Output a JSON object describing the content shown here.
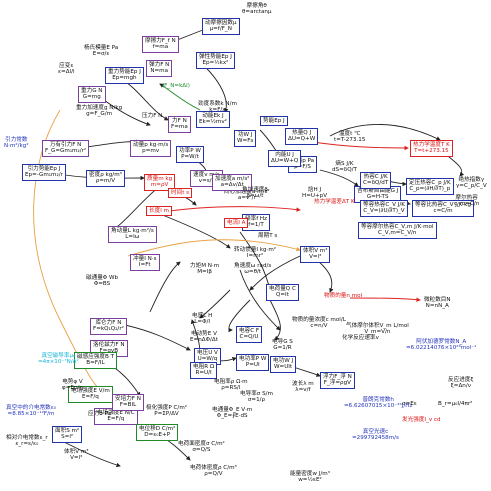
{
  "colors": {
    "purple": "#7b3fa0",
    "blue": "#2233aa",
    "green": "#1f8a2a",
    "red": "#d22",
    "black": "#222",
    "orange": "#e8a040",
    "cyan": "#12b5d8"
  },
  "nodes": [
    {
      "id": "angle",
      "t": "摩擦角θ",
      "f": "θ=arctanμ",
      "b": "none",
      "c": "black"
    },
    {
      "id": "dyncoef",
      "t": "动摩擦因数μ",
      "f": "μ=f/F_N",
      "b": "blue",
      "c": "black"
    },
    {
      "id": "friction",
      "t": "摩擦力F_f N",
      "f": "f=ma",
      "b": "purple",
      "c": "black"
    },
    {
      "id": "elasticE",
      "t": "弹性势能Ep J",
      "f": "Ep=½kx²",
      "b": "blue",
      "c": "black"
    },
    {
      "id": "modulus",
      "t": "杨氏模量E Pa",
      "f": "E=σ/ε",
      "b": "none",
      "c": "black"
    },
    {
      "id": "strain",
      "t": "应变ε",
      "f": "ε=Δl/l",
      "b": "none",
      "c": "black"
    },
    {
      "id": "gravPE",
      "t": "重力势能Ep J",
      "f": "Ep=mgh",
      "b": "blue",
      "c": "black"
    },
    {
      "id": "elasticF",
      "t": "弹力F N",
      "f": "N=ma",
      "b": "purple",
      "c": "black"
    },
    {
      "id": "hooke",
      "t": "(F_N=kΔl)",
      "f": "",
      "b": "none",
      "c": "green"
    },
    {
      "id": "stiff",
      "t": "劲度系数k N/m",
      "f": "k=F/x",
      "b": "none",
      "c": "black"
    },
    {
      "id": "kinE",
      "t": "动能Ek J",
      "f": "Ek=½mv²",
      "b": "blue",
      "c": "black"
    },
    {
      "id": "gravity",
      "t": "重力G N",
      "f": "G=mg",
      "b": "purple",
      "c": "black"
    },
    {
      "id": "potential",
      "t": "势能Ep J",
      "f": "",
      "b": "blue",
      "c": "black"
    },
    {
      "id": "gravaccel",
      "t": "重力加速度g N/kg",
      "f": "g=F_G/m",
      "b": "none",
      "c": "black"
    },
    {
      "id": "force",
      "t": "力F N",
      "f": "F=ma",
      "b": "purple",
      "c": "black"
    },
    {
      "id": "pressureP",
      "t": "压力F N",
      "f": "",
      "b": "none",
      "c": "black"
    },
    {
      "id": "heat",
      "t": "热量Q J",
      "f": "ΔU=Q+W",
      "b": "blue",
      "c": "black"
    },
    {
      "id": "univgrav",
      "t": "万有引力F N",
      "f": "F_G=Gm₁m₂/r²",
      "b": "purple",
      "c": "black"
    },
    {
      "id": "gpe2",
      "t": "引力势能Ep J",
      "f": "Ep=-Gm₁m₂/r",
      "b": "blue",
      "c": "black"
    },
    {
      "id": "gconst",
      "t": "引力常数",
      "f": "N·m²/kg²",
      "b": "none",
      "c": "blue"
    },
    {
      "id": "work",
      "t": "功W J",
      "f": "W=Fs",
      "b": "blue",
      "c": "black"
    },
    {
      "id": "power",
      "t": "功率P W",
      "f": "P=W/t",
      "b": "blue",
      "c": "black"
    },
    {
      "id": "momentum",
      "t": "动量p kg·m/s",
      "f": "p=mv",
      "b": "purple",
      "c": "black"
    },
    {
      "id": "speed",
      "t": "速度v m/s",
      "f": "v=s/t",
      "b": "purple",
      "c": "black"
    },
    {
      "id": "mass",
      "t": "质量m kg",
      "f": "m=ρV",
      "b": "red",
      "c": "red"
    },
    {
      "id": "time",
      "t": "时间t s",
      "f": "",
      "b": "red",
      "c": "red"
    },
    {
      "id": "length",
      "t": "长度l m",
      "f": "",
      "b": "red",
      "c": "red"
    },
    {
      "id": "pressure",
      "t": "压强p Pa",
      "f": "p=F/S",
      "b": "blue",
      "c": "black"
    },
    {
      "id": "tempK",
      "t": "热力学温度T K",
      "f": "T=t+273.15",
      "b": "red",
      "c": "red"
    },
    {
      "id": "tempC",
      "t": "温度t ℃",
      "f": "t=T-273.15",
      "b": "none",
      "c": "black"
    },
    {
      "id": "internalE",
      "t": "内能U J",
      "f": "ΔU=W+Q",
      "b": "blue",
      "c": "black"
    },
    {
      "id": "enthalpy",
      "t": "焓H J",
      "f": "H=U+pV",
      "b": "none",
      "c": "black"
    },
    {
      "id": "entropy",
      "t": "熵S J/K",
      "f": "dS=δQ/T",
      "b": "none",
      "c": "black"
    },
    {
      "id": "gibbs",
      "t": "吉布斯自由能G J",
      "f": "G=H-TS",
      "b": "blue",
      "c": "black"
    },
    {
      "id": "heatcap",
      "t": "热容C J/K",
      "f": "C=δQ/dT",
      "b": "blue",
      "c": "black"
    },
    {
      "id": "cp",
      "t": "定压热容C_p J/K",
      "f": "C_p=(∂H/∂T)_p",
      "b": "blue",
      "c": "black"
    },
    {
      "id": "cv",
      "t": "等容热容C_V J/K",
      "f": "C_V=(∂U/∂T)_V",
      "b": "blue",
      "c": "black"
    },
    {
      "id": "molarcap",
      "t": "等容比热容C_V J/K·kg",
      "f": "c=C/m",
      "b": "blue",
      "c": "black"
    },
    {
      "id": "molarcp",
      "t": "等容摩尔热容C_V,m J/K·mol",
      "f": "C_V,m=C_V/n",
      "b": "blue",
      "c": "black"
    },
    {
      "id": "adiab",
      "t": "绝热指数γ",
      "f": "γ=C_p/C_V",
      "b": "none",
      "c": "black"
    },
    {
      "id": "molar_r",
      "t": "摩尔热容",
      "f": "c_m=C/n",
      "b": "none",
      "c": "black"
    },
    {
      "id": "heatdiff",
      "t": "热力学温差ΔT K",
      "f": "",
      "b": "none",
      "c": "red"
    },
    {
      "id": "volume",
      "t": "体积V m³",
      "f": "V=l³",
      "b": "blue",
      "c": "black"
    },
    {
      "id": "substance",
      "t": "物质的量n mol",
      "f": "",
      "b": "none",
      "c": "red"
    },
    {
      "id": "particles",
      "t": "微粒数目N",
      "f": "N=nN_A",
      "b": "none",
      "c": "black"
    },
    {
      "id": "avogadro",
      "t": "阿伏加德罗常数N_A",
      "f": "=6.02214076×10²³mol⁻¹",
      "b": "none",
      "c": "blue"
    },
    {
      "id": "molvol",
      "t": "气体摩尔体积V_m L/mol",
      "f": "V_m=V/n",
      "b": "none",
      "c": "black"
    },
    {
      "id": "concentration",
      "t": "物质的量浓度c mol/L",
      "f": "c=n/V",
      "b": "none",
      "c": "black"
    },
    {
      "id": "chempot",
      "t": "化学反应速率v",
      "f": "",
      "b": "none",
      "c": "black"
    },
    {
      "id": "density",
      "t": "密度ρ kg/m³",
      "f": "ρ=m/V",
      "b": "blue",
      "c": "black"
    },
    {
      "id": "angmom",
      "t": "角动量L kg·m²/s",
      "f": "L=Iω",
      "b": "purple",
      "c": "black"
    },
    {
      "id": "impulse",
      "t": "冲量I N·s",
      "f": "I=Ft",
      "b": "purple",
      "c": "black"
    },
    {
      "id": "torque",
      "t": "力矩M N·m",
      "f": "M=Iβ",
      "b": "none",
      "c": "black"
    },
    {
      "id": "angvel",
      "t": "角速度ω rad/s",
      "f": "ω=θ/t",
      "b": "none",
      "c": "black"
    },
    {
      "id": "freq",
      "t": "频率f Hz",
      "f": "f=1/T",
      "b": "blue",
      "c": "black"
    },
    {
      "id": "period",
      "t": "周期T s",
      "f": "",
      "b": "none",
      "c": "black"
    },
    {
      "id": "inertia",
      "t": "转动惯量I kg·m²",
      "f": "I=mr²",
      "b": "none",
      "c": "black"
    },
    {
      "id": "centripetal",
      "t": "向心加速度a m/s²",
      "f": "a=v²/r",
      "b": "none",
      "c": "black"
    },
    {
      "id": "accel",
      "t": "加速度a m/s²",
      "f": "a=Δv/Δt",
      "b": "purple",
      "c": "black"
    },
    {
      "id": "angacc",
      "t": "角加速度β",
      "f": "β=ω/t",
      "b": "none",
      "c": "black"
    },
    {
      "id": "current",
      "t": "电流I A",
      "f": "",
      "b": "red",
      "c": "red"
    },
    {
      "id": "charge",
      "t": "电荷量Q C",
      "f": "Q=It",
      "b": "blue",
      "c": "black"
    },
    {
      "id": "voltage",
      "t": "电压U V",
      "f": "U=W/q",
      "b": "blue",
      "c": "black"
    },
    {
      "id": "resist",
      "t": "电阻R Ω",
      "f": "R=U/I",
      "b": "blue",
      "c": "black"
    },
    {
      "id": "epower",
      "t": "电功率P W",
      "f": "P=UI",
      "b": "blue",
      "c": "black"
    },
    {
      "id": "ework",
      "t": "电功W J",
      "f": "W=UIt",
      "b": "blue",
      "c": "black"
    },
    {
      "id": "capac",
      "t": "电容C F",
      "f": "C=Q/U",
      "b": "blue",
      "c": "black"
    },
    {
      "id": "efield",
      "t": "电场强度E V/m",
      "f": "E=F/q",
      "b": "green",
      "c": "black"
    },
    {
      "id": "efield2",
      "t": "电场强度E N/C",
      "f": "E=F/q",
      "b": "purple",
      "c": "black"
    },
    {
      "id": "epot",
      "t": "电势φ V",
      "f": "φ=Ep/q",
      "b": "none",
      "c": "black"
    },
    {
      "id": "cforce",
      "t": "库仑力F N",
      "f": "F=kQ₁Q₂/r²",
      "b": "purple",
      "c": "black"
    },
    {
      "id": "lorentz",
      "t": "洛伦兹力F N",
      "f": "F=qvB",
      "b": "purple",
      "c": "black"
    },
    {
      "id": "ampere",
      "t": "安培力F N",
      "f": "F=BIL",
      "b": "purple",
      "c": "black"
    },
    {
      "id": "bfield",
      "t": "磁感应强度B T",
      "f": "B=F/IL",
      "b": "green",
      "c": "black"
    },
    {
      "id": "flux",
      "t": "磁通量Φ Wb",
      "f": "Φ=BS",
      "b": "none",
      "c": "black"
    },
    {
      "id": "emf",
      "t": "电动势E V",
      "f": "E=nΔΦ/Δt",
      "b": "none",
      "c": "black"
    },
    {
      "id": "inductance",
      "t": "电感L H",
      "f": "L=Φ/I",
      "b": "none",
      "c": "black"
    },
    {
      "id": "conductance",
      "t": "电导G S",
      "f": "G=1/R",
      "b": "none",
      "c": "black"
    },
    {
      "id": "resistivity",
      "t": "电阻率ρ Ω·m",
      "f": "ρ=RS/l",
      "b": "none",
      "c": "black"
    },
    {
      "id": "conductivity",
      "t": "电导率σ S/m",
      "f": "σ=1/ρ",
      "b": "none",
      "c": "black"
    },
    {
      "id": "edisplace",
      "t": "电位移D C/m²",
      "f": "D=ε₀E+P",
      "b": "green",
      "c": "black"
    },
    {
      "id": "polar",
      "t": "极化强度P C/m²",
      "f": "P=ΣP/ΔV",
      "b": "none",
      "c": "black"
    },
    {
      "id": "edisp2",
      "t": "电通量Φ_E V·m",
      "f": "Φ_E=∮E·dS",
      "b": "none",
      "c": "black"
    },
    {
      "id": "chargeDen",
      "t": "电荷面密度σ C/m²",
      "f": "σ=Q/S",
      "b": "none",
      "c": "black"
    },
    {
      "id": "volcharge",
      "t": "电荷体密度ρ C/m³",
      "f": "ρ=Q/V",
      "b": "none",
      "c": "black"
    },
    {
      "id": "perm",
      "t": "真空中的介电常数ε₀",
      "f": "=8.85×10⁻¹²F/m",
      "b": "none",
      "c": "blue"
    },
    {
      "id": "magperm",
      "t": "真空磁导率μ₀",
      "f": "=4π×10⁻⁷N/A²",
      "b": "none",
      "c": "cyan"
    },
    {
      "id": "relperm",
      "t": "相对介电常数ε_r",
      "f": "ε_r=ε/ε₀",
      "b": "none",
      "c": "black"
    },
    {
      "id": "area",
      "t": "面积S m²",
      "f": "S=l²",
      "b": "blue",
      "c": "black"
    },
    {
      "id": "volume2",
      "t": "体积V m³",
      "f": "V=l³",
      "b": "none",
      "c": "black"
    },
    {
      "id": "lumI",
      "t": "发光强度I_v cd",
      "f": "",
      "b": "none",
      "c": "red"
    },
    {
      "id": "lightspeed",
      "t": "真空光速c",
      "f": "=299792458m/s",
      "b": "none",
      "c": "blue"
    },
    {
      "id": "planck",
      "t": "普朗克常数h",
      "f": "=6.62607015×10⁻³⁴J/Hz",
      "b": "none",
      "c": "blue"
    },
    {
      "id": "buoy",
      "t": "浮力F_浮 N",
      "f": "F_浮=ρgV",
      "b": "blue",
      "c": "black"
    },
    {
      "id": "wavelength",
      "t": "波长λ m",
      "f": "λ=v/f",
      "b": "none",
      "c": "black"
    },
    {
      "id": "redistance",
      "t": "反应进度ξ",
      "f": "ξ=Δn/ν",
      "b": "none",
      "c": "black"
    },
    {
      "id": "deltaQ",
      "t": "σ=Eε",
      "f": "",
      "b": "none",
      "c": "black"
    },
    {
      "id": "bfield2",
      "t": "B_r=μ₀I/4πr²",
      "f": "",
      "b": "none",
      "c": "black"
    },
    {
      "id": "stress",
      "t": "应力σ Pa",
      "f": "",
      "b": "none",
      "c": "black"
    },
    {
      "id": "bulkmod",
      "t": "能量密度w J/m³",
      "f": "w=½εE²",
      "b": "none",
      "c": "black"
    }
  ]
}
